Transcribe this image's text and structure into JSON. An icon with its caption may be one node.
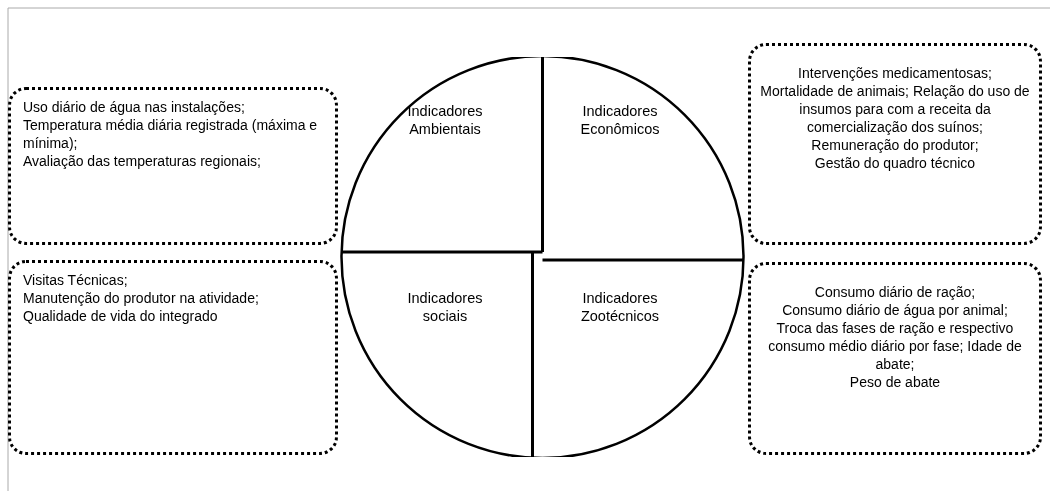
{
  "diagram": {
    "nodes": [
      {
        "text": [],
        "shape": "circle"
      },
      {
        "text": [
          "Indicadores Ambientais"
        ],
        "in": 0
      },
      {
        "text": [
          "Indicadores Econômicos"
        ],
        "in": 0
      },
      {
        "text": [
          "Indicadores sociais"
        ],
        "in": 0
      },
      {
        "text": [
          "Indicadores Zootécnicos"
        ],
        "in": 0
      },
      {
        "text": [
          "Uso diário de água nas instalações;",
          "Temperatura média diária registrada (máxima e mínima);",
          "Avaliação das temperaturas regionais;"
        ]
      },
      {
        "text": [
          "Intervenções medicamentosas;",
          "Mortalidade de animais; Relação do uso de insumos para com a receita da comercialização dos suínos;",
          "Remuneração do produtor;",
          "Gestão do quadro técnico"
        ]
      },
      {
        "text": [
          "Visitas Técnicas;",
          "Manutenção do produtor na atividade;",
          "Qualidade de vida do integrado"
        ]
      },
      {
        "text": [
          "Consumo diário de ração;",
          "Consumo diário de água por animal;",
          "Troca das fases de ração e respectivo consumo médio diário por fase; Idade de abate;",
          "Peso de abate"
        ]
      }
    ]
  }
}
